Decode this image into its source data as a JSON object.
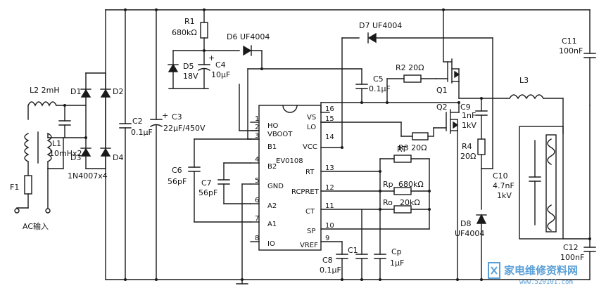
{
  "labels": {
    "R1": "R1",
    "R1v": "680kΩ",
    "D6": "D6 UF4004",
    "D7": "D7 UF4004",
    "C11": "C11",
    "C11v": "100nF",
    "C4": "C4",
    "C4v": "10μF",
    "D5": "D5",
    "D5v": "18V",
    "C5": "C5",
    "C5v": "0.1μF",
    "R2": "R2 20Ω",
    "Q1": "Q1",
    "L2": "L2 2mH",
    "D1": "D1",
    "D2": "D2",
    "C2": "C2",
    "C2v": "0.1μF",
    "C3": "C3",
    "C3v": "22μF/450V",
    "L3": "L3",
    "Q2": "Q2",
    "C9": "C9",
    "C9v1": "1nF",
    "C9v2": "1kV",
    "L1": "L1",
    "L1v": "10mHx2",
    "D3": "D3",
    "D4": "D4",
    "D14": "1N4007x4",
    "R3": "R3 20Ω",
    "R4": "R4",
    "R4v": "20Ω",
    "C10": "C10",
    "C10v1": "4.7nF",
    "C10v2": "1kV",
    "C6": "C6",
    "C6v": "56pF",
    "C7": "C7",
    "C7v": "56pF",
    "RT": "RT",
    "Rp": "Rp",
    "Rpv": "680kΩ",
    "Ro": "Ro",
    "Rov": "20kΩ",
    "F1": "F1",
    "AC": "AC输入",
    "D8": "D8",
    "D8v": "UF4004",
    "C12": "C12",
    "C12v": "100nF",
    "C1": "C1",
    "Cp": "Cp",
    "Cpv": "1μF",
    "C8": "C8",
    "C8v": "0.1μF"
  },
  "ic": {
    "name": "EV0108",
    "pins_left": [
      {
        "num": "1",
        "name": "HO"
      },
      {
        "num": "2",
        "name": "VBOOT"
      },
      {
        "num": "3",
        "name": "B1"
      },
      {
        "num": "4",
        "name": "B2"
      },
      {
        "num": "5",
        "name": "GND"
      },
      {
        "num": "6",
        "name": "A2"
      },
      {
        "num": "7",
        "name": "A1"
      },
      {
        "num": "8",
        "name": "IO"
      }
    ],
    "pins_right": [
      {
        "num": "16",
        "name": "VS"
      },
      {
        "num": "15",
        "name": "LO"
      },
      {
        "num": "14",
        "name": "VCC"
      },
      {
        "num": "13",
        "name": "RT"
      },
      {
        "num": "12",
        "name": "RCPRET"
      },
      {
        "num": "11",
        "name": "CT"
      },
      {
        "num": "10",
        "name": "SP"
      },
      {
        "num": "9",
        "name": "VREF"
      }
    ]
  },
  "watermark": {
    "text": "家电维修资料网",
    "sub": "www.520101.com"
  }
}
